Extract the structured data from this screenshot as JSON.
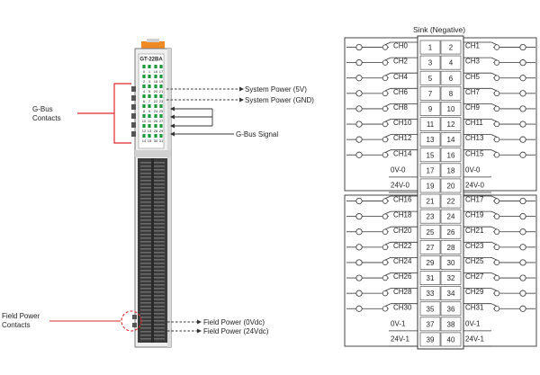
{
  "module": {
    "model_label": "GT-22BA",
    "led_labels": [
      "0",
      "1",
      "2",
      "3",
      "4",
      "5",
      "6",
      "7",
      "8",
      "9",
      "10",
      "11",
      "12",
      "13",
      "14",
      "15",
      "16",
      "17",
      "18",
      "19",
      "20",
      "21",
      "22",
      "23",
      "24",
      "25",
      "26",
      "27",
      "28",
      "29",
      "30",
      "31"
    ]
  },
  "callouts": {
    "gbus_contacts_line1": "G-Bus",
    "gbus_contacts_line2": "Contacts",
    "system_power_5v": "System Power (5V)",
    "system_power_gnd": "System Power (GND)",
    "gbus_signal": "G-Bus Signal",
    "field_power_line1": "Field Power",
    "field_power_line2": "Contacts",
    "field_power_0v": "Field Power (0Vdc)",
    "field_power_24v": "Field Power (24Vdc)"
  },
  "wiring": {
    "title": "Sink (Negative)",
    "rows": [
      {
        "left": "CH0",
        "pins": [
          "1",
          "2"
        ],
        "right": "CH1",
        "led": true
      },
      {
        "left": "CH2",
        "pins": [
          "3",
          "4"
        ],
        "right": "CH3",
        "led": true
      },
      {
        "left": "CH4",
        "pins": [
          "5",
          "6"
        ],
        "right": "CH5",
        "led": true
      },
      {
        "left": "CH6",
        "pins": [
          "7",
          "8"
        ],
        "right": "CH7",
        "led": true
      },
      {
        "left": "CH8",
        "pins": [
          "9",
          "10"
        ],
        "right": "CH9",
        "led": true
      },
      {
        "left": "CH10",
        "pins": [
          "11",
          "12"
        ],
        "right": "CH11",
        "led": true
      },
      {
        "left": "CH12",
        "pins": [
          "13",
          "14"
        ],
        "right": "CH13",
        "led": true
      },
      {
        "left": "CH14",
        "pins": [
          "15",
          "16"
        ],
        "right": "CH15",
        "led": true
      },
      {
        "left": "0V-0",
        "pins": [
          "17",
          "18"
        ],
        "right": "0V-0",
        "led": false
      },
      {
        "left": "24V-0",
        "pins": [
          "19",
          "20"
        ],
        "right": "24V-0",
        "led": false
      },
      {
        "left": "CH16",
        "pins": [
          "21",
          "22"
        ],
        "right": "CH17",
        "led": true
      },
      {
        "left": "CH18",
        "pins": [
          "23",
          "24"
        ],
        "right": "CH19",
        "led": true
      },
      {
        "left": "CH20",
        "pins": [
          "25",
          "26"
        ],
        "right": "CH21",
        "led": true
      },
      {
        "left": "CH22",
        "pins": [
          "27",
          "28"
        ],
        "right": "CH23",
        "led": true
      },
      {
        "left": "CH24",
        "pins": [
          "29",
          "30"
        ],
        "right": "CH25",
        "led": true
      },
      {
        "left": "CH26",
        "pins": [
          "31",
          "32"
        ],
        "right": "CH27",
        "led": true
      },
      {
        "left": "CH28",
        "pins": [
          "33",
          "34"
        ],
        "right": "CH29",
        "led": true
      },
      {
        "left": "CH30",
        "pins": [
          "35",
          "36"
        ],
        "right": "CH31",
        "led": true
      },
      {
        "left": "0V-1",
        "pins": [
          "37",
          "38"
        ],
        "right": "0V-1",
        "led": false
      },
      {
        "left": "24V-1",
        "pins": [
          "39",
          "40"
        ],
        "right": "24V-1",
        "led": false
      }
    ]
  },
  "colors": {
    "callout_red": "#e0282a",
    "accent_orange": "#f08a24",
    "led_green": "#1a9a3a"
  }
}
